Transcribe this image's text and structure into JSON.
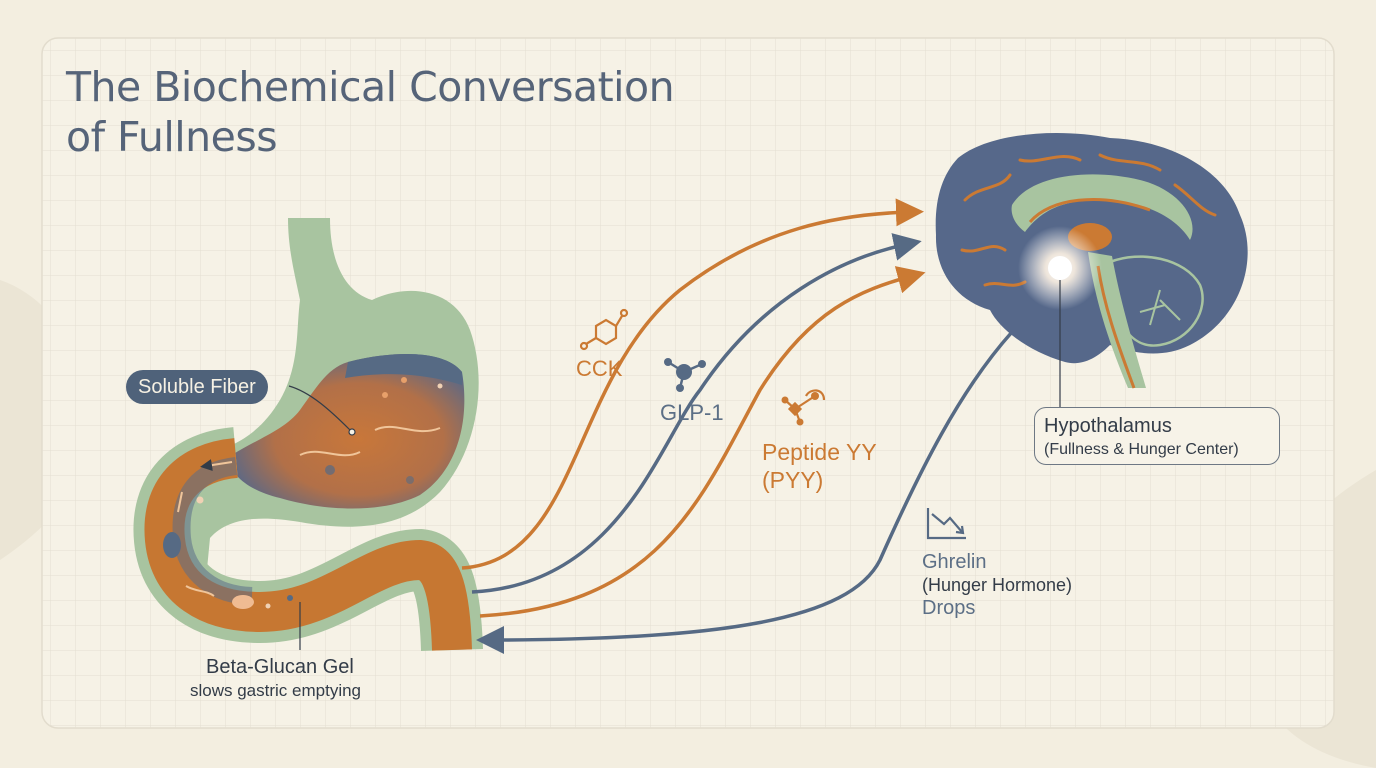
{
  "title": {
    "line1": "The Biochemical Conversation",
    "line2": "of Fullness"
  },
  "labels": {
    "soluble_fiber": "Soluble Fiber",
    "beta_glucan": "Beta-Glucan Gel",
    "beta_glucan_sub": "slows gastric emptying",
    "cck": "CCK",
    "glp1": "GLP-1",
    "pyy_line1": "Peptide YY",
    "pyy_line2": "(PYY)",
    "ghrelin_line1": "Ghrelin",
    "ghrelin_line2": "(Hunger Hormone)",
    "ghrelin_line3": "Drops",
    "hypothalamus": "Hypothalamus",
    "hypothalamus_sub": "(Fullness & Hunger Center)"
  },
  "colors": {
    "background": "#f3eee0",
    "orange": "#cb7a33",
    "slate_blue": "#566a84",
    "sage_green": "#a8c4a0",
    "text_dark": "#333c48"
  },
  "icons": {
    "cck": "molecule-icon",
    "glp1": "molecule-icon",
    "pyy": "molecule-icon",
    "ghrelin": "declining-chart-icon"
  }
}
